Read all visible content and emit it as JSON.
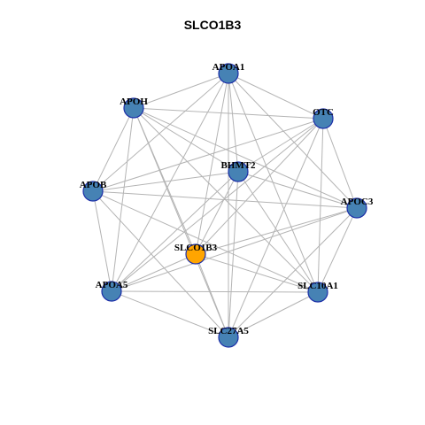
{
  "title": "SLCO1B3",
  "colors": {
    "default_node": "#4682b4",
    "hub_node": "#ffa500",
    "node_border": "#1c2fa8",
    "edge": "#b4b4b4"
  },
  "nodes": [
    {
      "id": "APOA1",
      "label": "APOA1",
      "hub": false
    },
    {
      "id": "APOH",
      "label": "APOH",
      "hub": false
    },
    {
      "id": "OTC",
      "label": "OTC",
      "hub": false
    },
    {
      "id": "BHMT2",
      "label": "BHMT2",
      "hub": false
    },
    {
      "id": "APOB",
      "label": "APOB",
      "hub": false
    },
    {
      "id": "APOC3",
      "label": "APOC3",
      "hub": false
    },
    {
      "id": "SLCO1B3",
      "label": "SLCO1B3",
      "hub": true
    },
    {
      "id": "APOA5",
      "label": "APOA5",
      "hub": false
    },
    {
      "id": "SLC10A1",
      "label": "SLC10A1",
      "hub": false
    },
    {
      "id": "SLC27A5",
      "label": "SLC27A5",
      "hub": false
    }
  ],
  "edges": [
    [
      "APOA1",
      "APOH"
    ],
    [
      "APOA1",
      "OTC"
    ],
    [
      "APOA1",
      "BHMT2"
    ],
    [
      "APOA1",
      "APOB"
    ],
    [
      "APOA1",
      "APOC3"
    ],
    [
      "APOA1",
      "SLCO1B3"
    ],
    [
      "APOA1",
      "APOA5"
    ],
    [
      "APOA1",
      "SLC10A1"
    ],
    [
      "APOA1",
      "SLC27A5"
    ],
    [
      "APOH",
      "OTC"
    ],
    [
      "APOH",
      "BHMT2"
    ],
    [
      "APOH",
      "APOB"
    ],
    [
      "APOH",
      "APOC3"
    ],
    [
      "APOH",
      "SLCO1B3"
    ],
    [
      "APOH",
      "APOA5"
    ],
    [
      "APOH",
      "SLC10A1"
    ],
    [
      "APOH",
      "SLC27A5"
    ],
    [
      "OTC",
      "BHMT2"
    ],
    [
      "OTC",
      "APOB"
    ],
    [
      "OTC",
      "APOC3"
    ],
    [
      "OTC",
      "SLCO1B3"
    ],
    [
      "OTC",
      "APOA5"
    ],
    [
      "OTC",
      "SLC10A1"
    ],
    [
      "OTC",
      "SLC27A5"
    ],
    [
      "BHMT2",
      "APOB"
    ],
    [
      "BHMT2",
      "APOC3"
    ],
    [
      "BHMT2",
      "SLCO1B3"
    ],
    [
      "BHMT2",
      "APOA5"
    ],
    [
      "BHMT2",
      "SLC10A1"
    ],
    [
      "BHMT2",
      "SLC27A5"
    ],
    [
      "APOB",
      "APOC3"
    ],
    [
      "APOB",
      "APOA5"
    ],
    [
      "APOB",
      "SLC10A1"
    ],
    [
      "APOB",
      "SLC27A5"
    ],
    [
      "APOC3",
      "SLCO1B3"
    ],
    [
      "APOC3",
      "APOA5"
    ],
    [
      "APOC3",
      "SLC10A1"
    ],
    [
      "APOC3",
      "SLC27A5"
    ],
    [
      "SLCO1B3",
      "APOA5"
    ],
    [
      "SLCO1B3",
      "SLC10A1"
    ],
    [
      "SLCO1B3",
      "SLC27A5"
    ],
    [
      "APOA5",
      "SLC10A1"
    ],
    [
      "APOA5",
      "SLC27A5"
    ],
    [
      "SLC10A1",
      "SLC27A5"
    ]
  ]
}
